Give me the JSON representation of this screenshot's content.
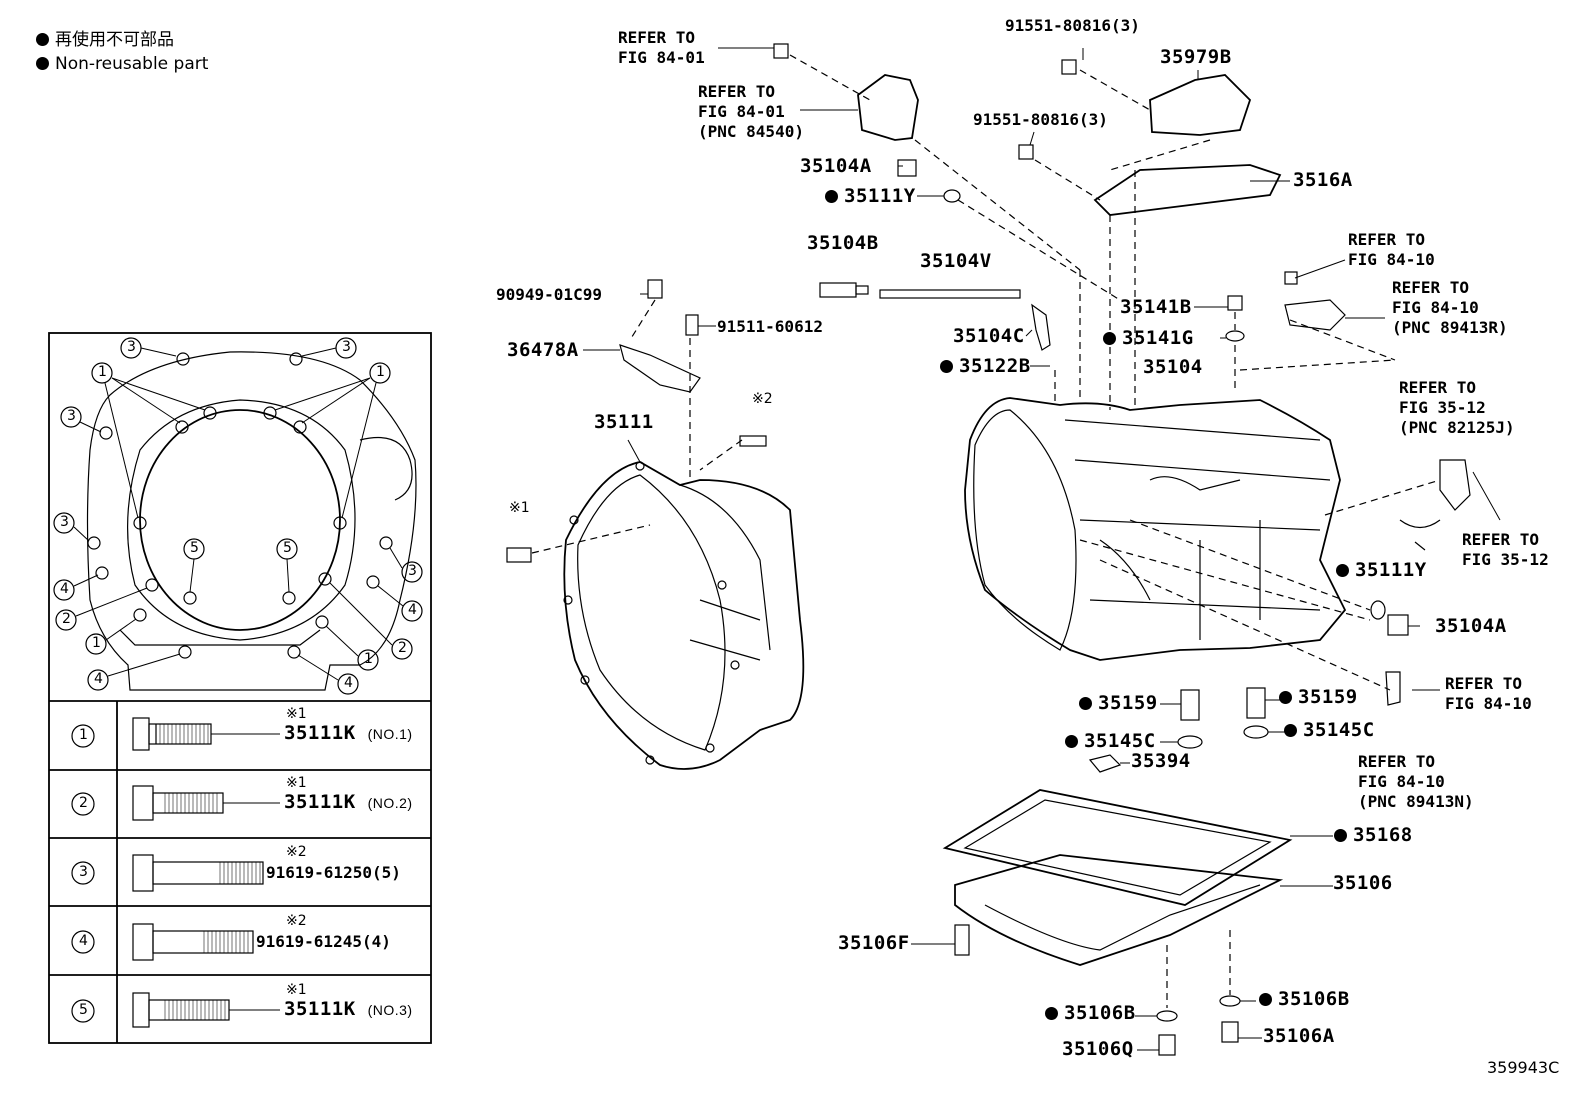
{
  "legend": {
    "line_jp": "再使用不可部品",
    "line_en": "Non-reusable part"
  },
  "figure_code": "359943C",
  "refers": {
    "r1": "REFER TO\nFIG 84-01",
    "r2": "REFER TO\nFIG 84-01\n(PNC 84540)",
    "r3": "REFER TO\nFIG 84-10",
    "r4": "REFER TO\nFIG 84-10\n(PNC 89413R)",
    "r5": "REFER TO\nFIG 35-12\n(PNC 82125J)",
    "r6": "REFER TO\nFIG 35-12",
    "r7": "REFER TO\nFIG 84-10",
    "r8": "REFER TO\nFIG 84-10\n(PNC 89413N)"
  },
  "parts": {
    "p91551a": "91551-80816(3)",
    "p35979B": "35979B",
    "p91551b": "91551-80816(3)",
    "p3516A": "3516A",
    "p35104A_top": "35104A",
    "p35111Y_top": "35111Y",
    "p35104B": "35104B",
    "p35104V": "35104V",
    "p90949": "90949-01C99",
    "p91511": "91511-60612",
    "p36478A": "36478A",
    "p35104C": "35104C",
    "p35122B": "35122B",
    "p35141B": "35141B",
    "p35141G": "35141G",
    "p35104": "35104",
    "p35111": "35111",
    "mark2": "※2",
    "mark1": "※1",
    "p35111Y_right": "35111Y",
    "p35104A_right": "35104A",
    "p35159_left": "35159",
    "p35159_right": "35159",
    "p35145C_left": "35145C",
    "p35145C_right": "35145C",
    "p35394": "35394",
    "p35168": "35168",
    "p35106": "35106",
    "p35106F": "35106F",
    "p35106B_left": "35106B",
    "p35106B_right": "35106B",
    "p35106Q": "35106Q",
    "p35106A": "35106A"
  },
  "inset_numbers": [
    "1",
    "2",
    "3",
    "4",
    "5"
  ],
  "bolt_table": [
    {
      "num": "1",
      "mark": "※1",
      "part": "35111K",
      "note": "(NO.1)"
    },
    {
      "num": "2",
      "mark": "※1",
      "part": "35111K",
      "note": "(NO.2)"
    },
    {
      "num": "3",
      "mark": "※2",
      "part": "91619-61250(5)",
      "note": ""
    },
    {
      "num": "4",
      "mark": "※2",
      "part": "91619-61245(4)",
      "note": ""
    },
    {
      "num": "5",
      "mark": "※1",
      "part": "35111K",
      "note": "(NO.3)"
    }
  ]
}
